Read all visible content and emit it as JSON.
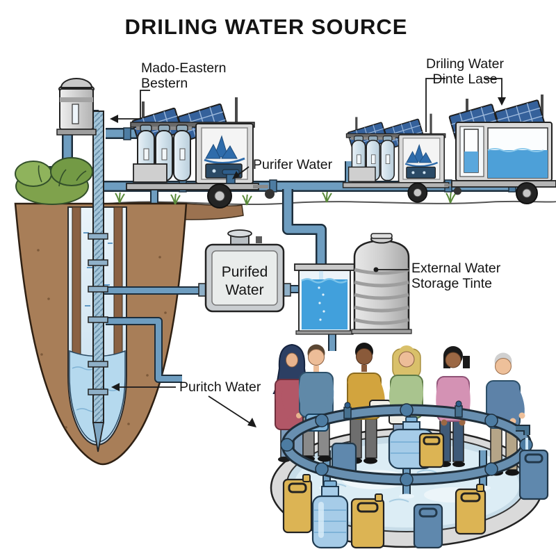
{
  "title": "DRILING WATER SOURCE",
  "labels": {
    "wellhead": {
      "line1": "Mado-Eastern",
      "line2": "Bestern"
    },
    "treatment_units": {
      "line1": "Driling Water",
      "line2": "Dinte Lase"
    },
    "purifier_valve": "Purifer Water",
    "purified_tank": {
      "line1": "Purifed",
      "line2": "Water"
    },
    "storage_tank": {
      "line1": "External Water",
      "line2": "Storage Tinte"
    },
    "well_water": "Puritch Water"
  },
  "colors": {
    "text": "#141414",
    "pipe_blue": "#6e9dc0",
    "pipe_outline": "#1d2e3c",
    "well_water_light": "#b5d9ee",
    "tank_water_blue": "#41a0dc",
    "soil_brown": "#a87e58",
    "solar_panel_blue": "#35619b",
    "storage_tank_gray": "#cdcdcd",
    "grass_green": "#7fa24c",
    "jerrycan_yellow": "#dcb454",
    "water_bottle_blue": "#a6cce8",
    "crystal_logo_blue": "#2f6cab"
  }
}
